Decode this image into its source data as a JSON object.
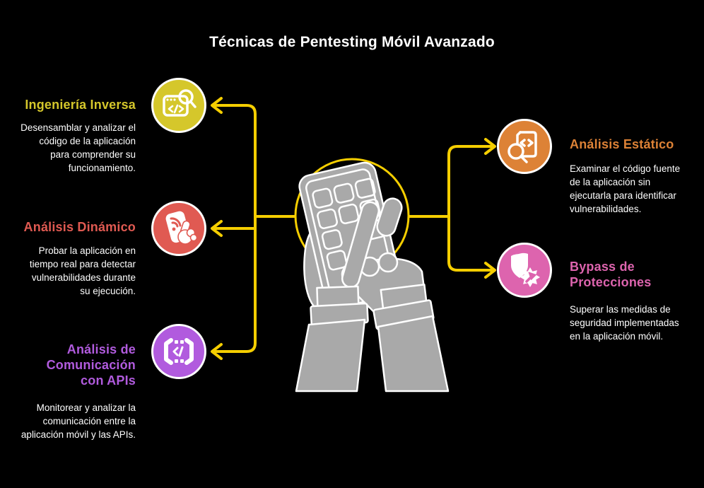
{
  "title": "Técnicas de Pentesting Móvil Avanzado",
  "colors": {
    "background": "#000000",
    "connector_yellow": "#F5CE00",
    "body_text": "#FFFFFF",
    "illustration_gray": "#A9A9A9"
  },
  "center_illustration": "hands-tapping-mobile-phone",
  "items": {
    "left": [
      {
        "heading": "Ingeniería Inversa",
        "description": "Desensamblar y analizar el código de la aplicación para comprender su funcionamiento.",
        "color": "#D5C72B",
        "icon": "browser-code-magnifier-icon"
      },
      {
        "heading": "Análisis Dinámico",
        "description": "Probar la aplicación en tiempo real para detectar vulnerabilidades durante su ejecución.",
        "color": "#E05A52",
        "icon": "hand-tap-phone-icon"
      },
      {
        "heading": "Análisis de Comunicación con APIs",
        "description": "Monitorear y analizar la comunicación entre la aplicación móvil y las APIs.",
        "color": "#B15BDE",
        "icon": "api-brackets-icon"
      }
    ],
    "right": [
      {
        "heading": "Análisis Estático",
        "description": "Examinar el código fuente de la aplicación sin ejecutarla para identificar vulnerabilidades.",
        "color": "#DD8236",
        "icon": "document-code-magnifier-icon"
      },
      {
        "heading": "Bypass de Protecciones",
        "description": "Superar las medidas de seguridad implementadas en la aplicación móvil.",
        "color": "#DD64AE",
        "icon": "shield-gear-arrow-icon"
      }
    ]
  }
}
